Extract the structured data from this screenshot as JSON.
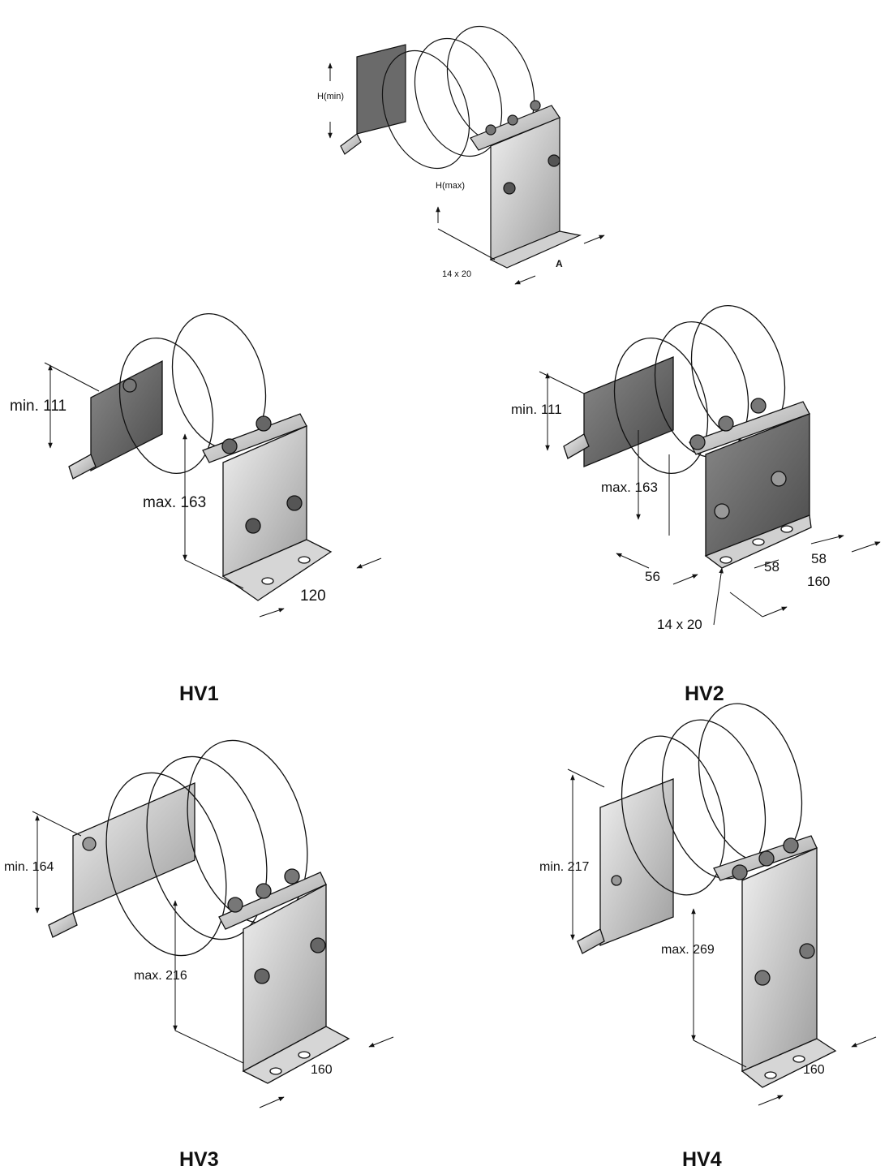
{
  "overview": {
    "label_hmin": "H(min)",
    "label_hmax": "H(max)",
    "label_slot": "14 x 20",
    "label_a": "A"
  },
  "hv1": {
    "caption": "HV1",
    "min": "min. 111",
    "max": "max. 163",
    "width": "120"
  },
  "hv2": {
    "caption": "HV2",
    "min": "min. 111",
    "max": "max. 163",
    "depth": "56",
    "pitch_1": "58",
    "pitch_2": "58",
    "width": "160",
    "slot": "14 x 20"
  },
  "hv3": {
    "caption": "HV3",
    "min": "min. 164",
    "max": "max. 216",
    "width": "160"
  },
  "hv4": {
    "caption": "HV4",
    "min": "min. 217",
    "max": "max. 269",
    "width": "160"
  },
  "colors": {
    "metal_light": "#e6e6e6",
    "metal_mid": "#bdbdbd",
    "metal_dark": "#7a7a7a",
    "line": "#111111"
  }
}
